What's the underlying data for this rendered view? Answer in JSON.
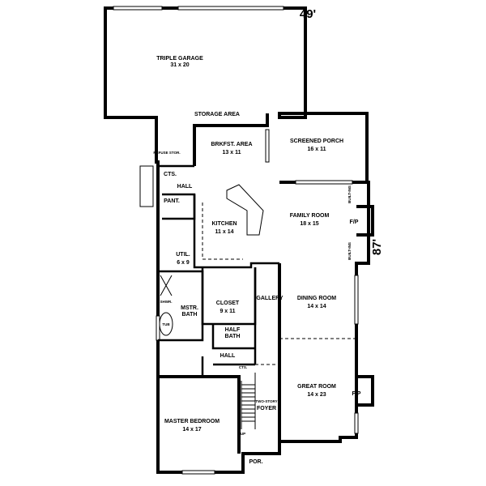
{
  "overall": {
    "width": "49'",
    "depth": "87'"
  },
  "rooms": {
    "garage": {
      "name": "TRIPLE GARAGE",
      "size": "31 x 20"
    },
    "storage": {
      "name": "STORAGE AREA"
    },
    "brkfst": {
      "name": "BRKFST. AREA",
      "size": "13 x 11"
    },
    "porch": {
      "name": "SCREENED PORCH",
      "size": "16 x 11"
    },
    "refuse": {
      "name": "REFUSE STOR."
    },
    "cts1": {
      "name": "CTS."
    },
    "hall1": {
      "name": "HALL"
    },
    "pant": {
      "name": "PANT."
    },
    "kitchen": {
      "name": "KITCHEN",
      "size": "11 x 14"
    },
    "family": {
      "name": "FAMILY ROOM",
      "size": "18 x 15"
    },
    "fp1": {
      "name": "F/P"
    },
    "builtins1": {
      "name": "BUILT-INS"
    },
    "builtins2": {
      "name": "BUILT-INS"
    },
    "util": {
      "name": "UTIL.",
      "size": "6 x 9"
    },
    "closet": {
      "name": "CLOSET",
      "size": "9 x 11"
    },
    "gallery": {
      "name": "GALLERY"
    },
    "dining": {
      "name": "DINING ROOM",
      "size": "14 x 14"
    },
    "mstrbath": {
      "name": "MSTR.",
      "name2": "BATH"
    },
    "shwr": {
      "name": "SHWR."
    },
    "tub": {
      "name": "TUB"
    },
    "halfbath": {
      "name": "HALF",
      "name2": "BATH"
    },
    "hall2": {
      "name": "HALL"
    },
    "cts2": {
      "name": "CTS."
    },
    "great": {
      "name": "GREAT ROOM",
      "size": "14 x 23"
    },
    "fp2": {
      "name": "F/P"
    },
    "foyer": {
      "name": "TWO-STORY",
      "name2": "FOYER"
    },
    "up": {
      "name": "UP"
    },
    "master": {
      "name": "MASTER BEDROOM",
      "size": "14 x 17"
    },
    "por": {
      "name": "POR."
    }
  }
}
